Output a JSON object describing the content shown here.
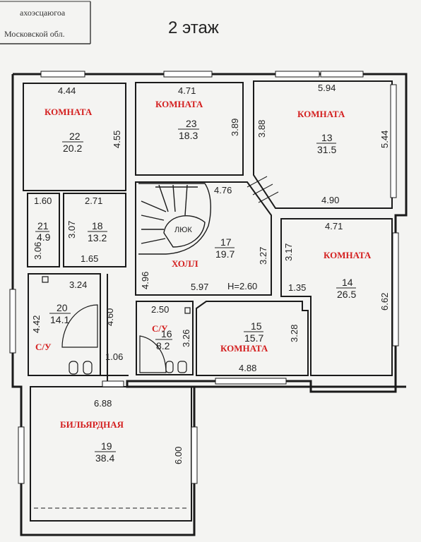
{
  "header": {
    "title": "2 этаж",
    "stamp_line1": "ахоэсцаюгоа",
    "stamp_line2": "Московской обл."
  },
  "rooms": {
    "r22": {
      "name": "КОМНАТА",
      "number": "22",
      "area": "20.2",
      "width": "4.44",
      "height": "4.55"
    },
    "r23": {
      "name": "КОМНАТА",
      "number": "23",
      "area": "18.3",
      "width": "4.71",
      "height": "3.89"
    },
    "r13": {
      "name": "КОМНАТА",
      "number": "13",
      "area": "31.5",
      "width_top": "5.94",
      "width_bottom": "4.90",
      "height_left": "3.88",
      "height_right": "5.44"
    },
    "r21": {
      "number": "21",
      "area": "4.9",
      "width": "1.60",
      "height": "3.06"
    },
    "r18": {
      "number": "18",
      "area": "13.2",
      "width": "2.71",
      "height": "3.07",
      "bottom_width": "1.65"
    },
    "r17": {
      "name": "ХОЛЛ",
      "number": "17",
      "area": "19.7",
      "hatch": "ЛЮК",
      "ceiling": "H=2.60",
      "top_width": "4.76",
      "width": "5.97",
      "height_left": "4.96",
      "height_right": "3.27"
    },
    "r14": {
      "name": "КОМНАТА",
      "number": "14",
      "area": "26.5",
      "width": "4.71",
      "height_left": "3.17",
      "height_right": "6.62",
      "step": "1.35"
    },
    "r20": {
      "name": "С/У",
      "number": "20",
      "area": "14.1",
      "width": "3.24",
      "height": "4.42",
      "height_right": "4.60",
      "door_width": "1.06"
    },
    "r16": {
      "name": "С/У",
      "number": "16",
      "area": "8.2",
      "width": "2.50",
      "height": "3.26"
    },
    "r15": {
      "name": "КОМНАТА",
      "number": "15",
      "area": "15.7",
      "width": "4.88",
      "height": "3.28"
    },
    "r19": {
      "name": "БИЛЬЯРДНАЯ",
      "number": "19",
      "area": "38.4",
      "width": "6.88",
      "height": "6.00"
    }
  },
  "colors": {
    "label": "#d42020",
    "wall": "#1a1a1a"
  }
}
